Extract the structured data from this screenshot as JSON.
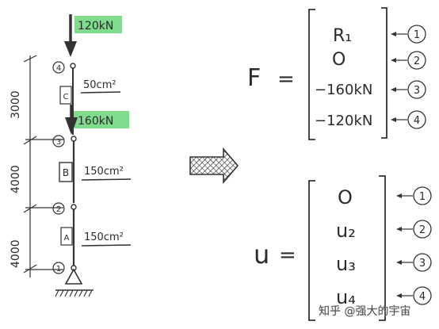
{
  "structure": {
    "loads": [
      {
        "label": "120kN",
        "color": "#7fdc8c"
      },
      {
        "label": "160kN",
        "color": "#7fdc8c"
      }
    ],
    "nodes": [
      "4",
      "3",
      "2",
      "1"
    ],
    "elements": [
      {
        "id": "C",
        "area": "50cm²"
      },
      {
        "id": "B",
        "area": "150cm²"
      },
      {
        "id": "A",
        "area": "150cm²"
      }
    ],
    "dimensions": [
      "3000",
      "4000",
      "4000"
    ]
  },
  "force_vector": {
    "symbol": "F",
    "equals": "=",
    "entries": [
      "R₁",
      "O",
      "−160kN",
      "−120kN"
    ],
    "dof_tags": [
      "1",
      "2",
      "3",
      "4"
    ]
  },
  "displacement_vector": {
    "symbol": "u",
    "equals": "=",
    "entries": [
      "O",
      "u₂",
      "u₃",
      "u₄"
    ],
    "dof_tags": [
      "1",
      "2",
      "3",
      "4"
    ]
  },
  "watermark": "知乎 @强大的宇宙"
}
